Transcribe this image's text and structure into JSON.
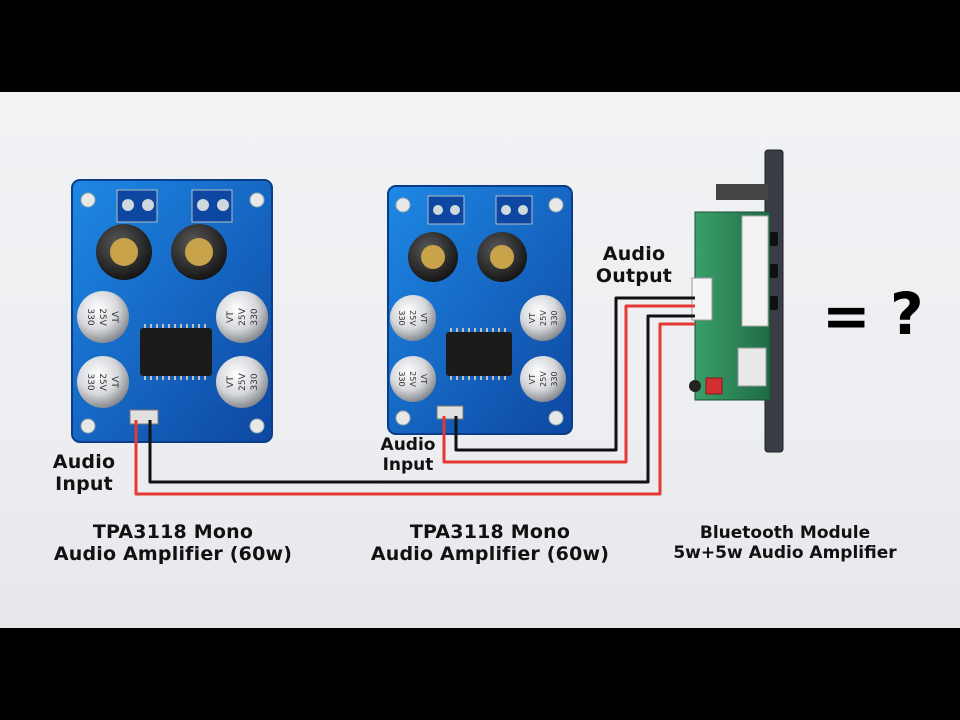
{
  "labels": {
    "audio_input_left": [
      "Audio",
      "Input"
    ],
    "audio_input_middle": [
      "Audio",
      "Input"
    ],
    "audio_output": [
      "Audio",
      "Output"
    ],
    "equals": "=",
    "question": "?"
  },
  "captions": {
    "amp_left": [
      "TPA3118 Mono",
      "Audio Amplifier (60w)"
    ],
    "amp_middle": [
      "TPA3118 Mono",
      "Audio Amplifier (60w)"
    ],
    "bluetooth": [
      "Bluetooth Module",
      "5w+5w Audio Amplifier"
    ]
  },
  "capacitor_text": [
    "VT",
    "25V",
    "330"
  ],
  "colors": {
    "pcb": "#1565c0",
    "pcb_edge": "#0d47a1",
    "wire_red": "#e53935",
    "wire_black": "#111111",
    "bt_pcb": "#2e7d4f"
  }
}
